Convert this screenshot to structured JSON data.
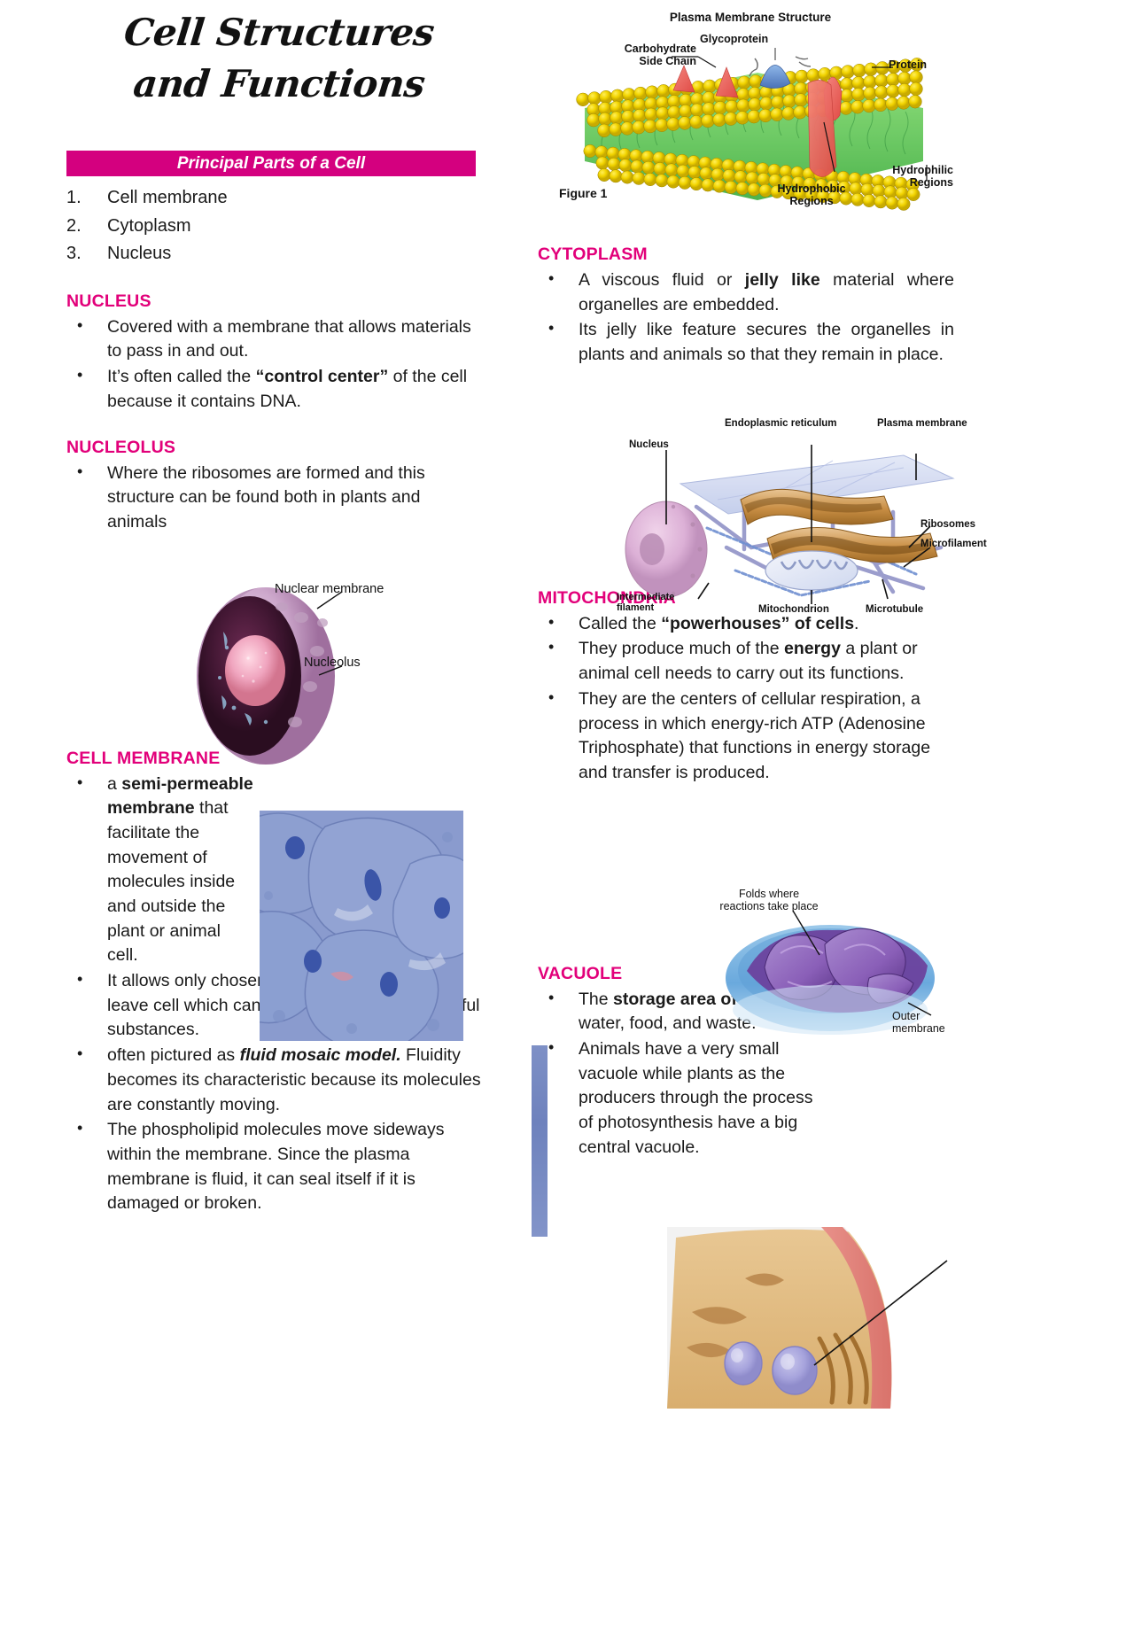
{
  "title": {
    "line1": "Cell Structures",
    "line2": "and Functions"
  },
  "colors": {
    "heading_pink": "#E2007A",
    "bar_magenta": "#D4007F",
    "body_text": "#1a1a1a"
  },
  "principal_parts": {
    "bar_label": "Principal Parts of a Cell",
    "items": [
      "Cell membrane",
      "Cytoplasm",
      "Nucleus"
    ]
  },
  "sections": {
    "nucleus": {
      "heading": "NUCLEUS",
      "bullets": [
        "Covered with a membrane that allows materials to pass in and out.",
        "It’s often called the “control center” of the cell because it contains DNA."
      ]
    },
    "nucleolus": {
      "heading": "NUCLEOLUS",
      "bullets": [
        "Where the ribosomes are formed and this structure can be found both in plants and animals"
      ]
    },
    "cell_membrane": {
      "heading": "CELL MEMBRANE",
      "bullets": [
        "a semi-permeable membrane that facilitate the movement of molecules inside and outside the plant or animal cell.",
        "It allows only chosen substances to enter or leave cell which can protect the cell from harmful substances.",
        "often pictured as fluid mosaic model. Fluidity becomes its characteristic because its molecules are constantly moving.",
        "The phospholipid molecules move sideways within the membrane. Since the plasma membrane is fluid, it can seal itself if it is damaged or broken."
      ]
    },
    "cytoplasm": {
      "heading": "CYTOPLASM",
      "bullets": [
        "A viscous fluid or jelly like material where organelles are embedded.",
        "Its jelly like feature secures the organelles in plants and animals so that they remain in place."
      ]
    },
    "mitochondria": {
      "heading": "MITOCHONDRIA",
      "bullets": [
        "Called the “powerhouses” of cells.",
        "They produce much of the energy a plant or animal cell needs to carry out its functions.",
        "They are the centers of cellular respiration, a process in which energy-rich ATP (Adenosine Triphosphate) that functions in energy storage and transfer is produced."
      ]
    },
    "vacuole": {
      "heading": "VACUOLE",
      "bullets": [
        "The storage area of the cell. Vacuoles store water, food, and waste.",
        "Animals have a very small vacuole while plants as the producers through the process of photosynthesis have a big central vacuole."
      ]
    }
  },
  "figures": {
    "plasma_membrane": {
      "title": "Plasma Membrane Structure",
      "caption": "Figure 1",
      "labels": {
        "carbohydrate": "Carbohydrate\nSide Chain",
        "carbohydrate_l1": "Carbohydrate",
        "carbohydrate_l2": "Side Chain",
        "glycoprotein": "Glycoprotein",
        "protein": "Protein",
        "hydrophilic_l1": "Hydrophilic",
        "hydrophilic_l2": "Regions",
        "hydrophobic_l1": "Hydrophobic",
        "hydrophobic_l2": "Regions"
      }
    },
    "nucleus": {
      "labels": {
        "nuclear_membrane": "Nuclear membrane",
        "nucleolus": "Nucleolus"
      }
    },
    "organelle": {
      "labels": {
        "endoplasmic_reticulum": "Endoplasmic reticulum",
        "plasma_membrane": "Plasma membrane",
        "nucleus": "Nucleus",
        "intermediate_l1": "Intermediate",
        "intermediate_l2": "filament",
        "mitochondrion": "Mitochondrion",
        "microtubule": "Microtubule",
        "ribosomes": "Ribosomes",
        "microfilament": "Microfilament"
      }
    },
    "mitochondria": {
      "labels": {
        "folds_l1": "Folds where",
        "folds_l2": "reactions take place",
        "outer_l1": "Outer",
        "outer_l2": "membrane"
      }
    }
  }
}
